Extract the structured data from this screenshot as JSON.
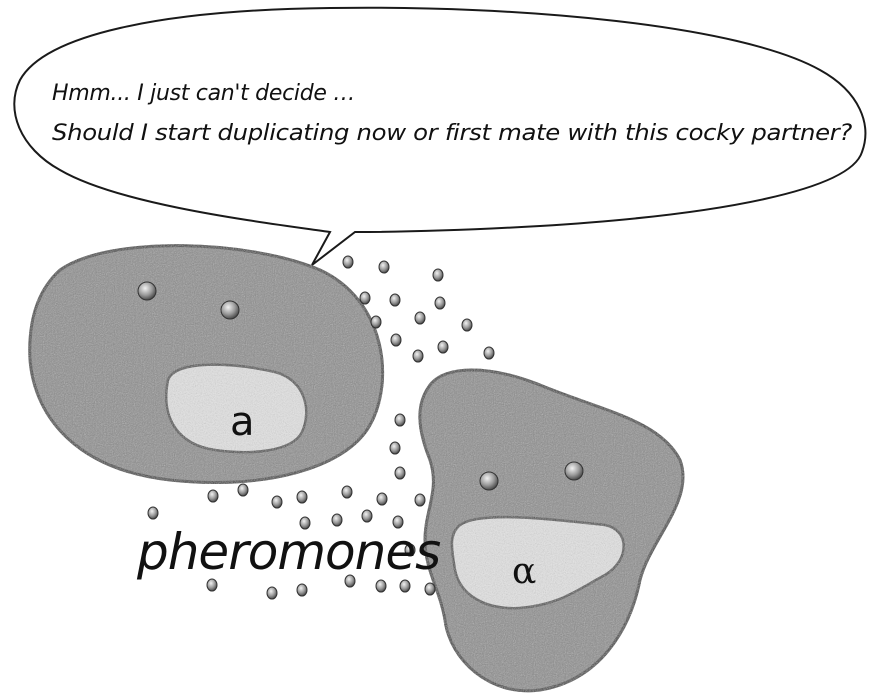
{
  "speech_bubble": {
    "line1": "Hmm... I just can't decide …",
    "line2": "Should I start duplicating now or first mate with this cocky partner?"
  },
  "cell_a": {
    "nucleus_label": "a"
  },
  "cell_alpha": {
    "nucleus_label": "α"
  },
  "pheromone_label": "pheromones",
  "colors": {
    "cytoplasm": "#8c8c8c",
    "nucleus": "#e6e6e6",
    "outline": "#3a3a3a",
    "dot": "#7a7a7a"
  }
}
